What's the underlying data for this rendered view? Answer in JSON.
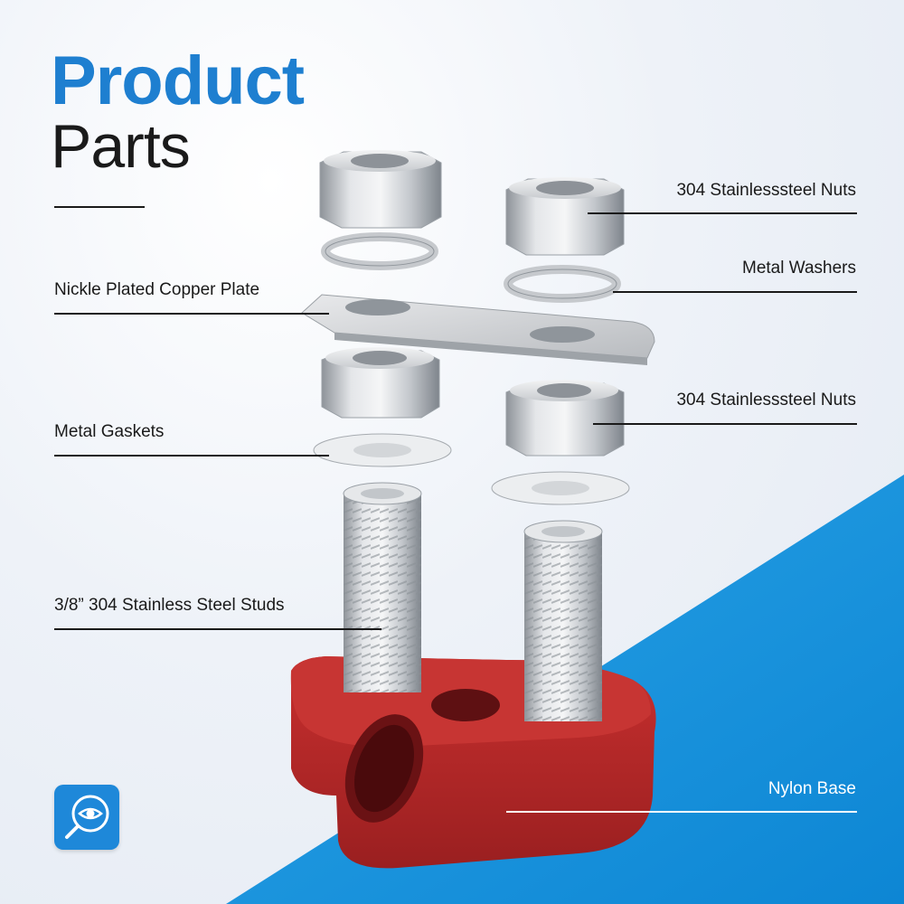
{
  "title": {
    "line1": "Product",
    "line2": "Parts"
  },
  "labels": {
    "nuts_top": "304 Stainlesssteel Nuts",
    "washers": "Metal Washers",
    "copper_plate": "Nickle Plated Copper Plate",
    "nuts_lower": "304 Stainlesssteel Nuts",
    "gaskets": "Metal Gaskets",
    "studs": "3/8” 304 Stainless Steel Studs",
    "base": "Nylon Base"
  },
  "badge": {
    "icon": "magnifier-eye-icon"
  },
  "colors": {
    "title_blue": "#1e7fd0",
    "title_dark": "#1a1a1a",
    "accent_blue": "#1e9be0",
    "base_red": "#b8292a",
    "steel": "#c9ccd0"
  }
}
